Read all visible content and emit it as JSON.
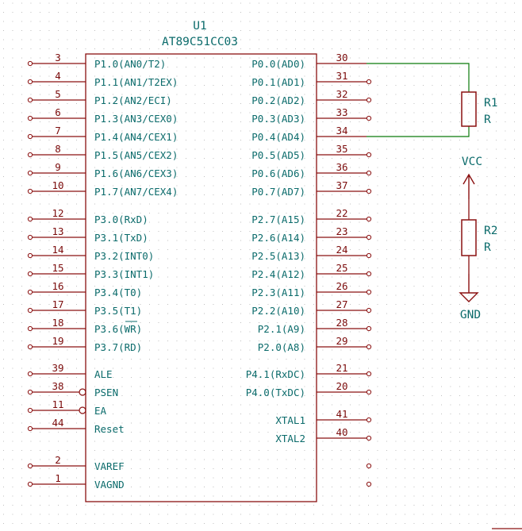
{
  "colors": {
    "background": "#ffffff",
    "grid": "#b8b8b8",
    "component": "#8a1010",
    "pin_name": "#0b6b6b",
    "pin_number": "#7b0b0b",
    "wire": "#0a7a0a",
    "power": "#8a1010"
  },
  "ic": {
    "reference": "U1",
    "value": "AT89C51CC03",
    "left_pins": [
      {
        "num": "3",
        "name": "P1.0(AN0/T2)"
      },
      {
        "num": "4",
        "name": "P1.1(AN1/T2EX)"
      },
      {
        "num": "5",
        "name": "P1.2(AN2/ECI)"
      },
      {
        "num": "6",
        "name": "P1.3(AN3/CEX0)"
      },
      {
        "num": "7",
        "name": "P1.4(AN4/CEX1)"
      },
      {
        "num": "8",
        "name": "P1.5(AN5/CEX2)"
      },
      {
        "num": "9",
        "name": "P1.6(AN6/CEX3)"
      },
      {
        "num": "10",
        "name": "P1.7(AN7/CEX4)"
      },
      {
        "num": "12",
        "name": "P3.0(RxD)"
      },
      {
        "num": "13",
        "name": "P3.1(TxD)"
      },
      {
        "num": "14",
        "name": "P3.2(INT0)"
      },
      {
        "num": "15",
        "name": "P3.3(INT1)"
      },
      {
        "num": "16",
        "name": "P3.4(T0)"
      },
      {
        "num": "17",
        "name": "P3.5(T1)"
      },
      {
        "num": "18",
        "name": "P3.6(WR)"
      },
      {
        "num": "19",
        "name": "P3.7(RD)"
      },
      {
        "num": "39",
        "name": "ALE"
      },
      {
        "num": "38",
        "name": "PSEN",
        "inverted": true
      },
      {
        "num": "11",
        "name": "EA",
        "inverted": true
      },
      {
        "num": "44",
        "name": "Reset"
      },
      {
        "num": "2",
        "name": "VAREF"
      },
      {
        "num": "1",
        "name": "VAGND"
      }
    ],
    "right_pins": [
      {
        "num": "30",
        "name": "P0.0(AD0)"
      },
      {
        "num": "31",
        "name": "P0.1(AD1)"
      },
      {
        "num": "32",
        "name": "P0.2(AD2)"
      },
      {
        "num": "33",
        "name": "P0.3(AD3)"
      },
      {
        "num": "34",
        "name": "P0.4(AD4)"
      },
      {
        "num": "35",
        "name": "P0.5(AD5)"
      },
      {
        "num": "36",
        "name": "P0.6(AD6)"
      },
      {
        "num": "37",
        "name": "P0.7(AD7)"
      },
      {
        "num": "22",
        "name": "P2.7(A15)"
      },
      {
        "num": "23",
        "name": "P2.6(A14)"
      },
      {
        "num": "24",
        "name": "P2.5(A13)"
      },
      {
        "num": "25",
        "name": "P2.4(A12)"
      },
      {
        "num": "26",
        "name": "P2.3(A11)"
      },
      {
        "num": "27",
        "name": "P2.2(A10)"
      },
      {
        "num": "28",
        "name": "P2.1(A9)"
      },
      {
        "num": "29",
        "name": "P2.0(A8)"
      },
      {
        "num": "21",
        "name": "P4.1(RxDC)"
      },
      {
        "num": "20",
        "name": "P4.0(TxDC)"
      },
      {
        "num": "41",
        "name": "XTAL1"
      },
      {
        "num": "40",
        "name": "XTAL2"
      }
    ]
  },
  "resistors": [
    {
      "ref": "R1",
      "value": "R"
    },
    {
      "ref": "R2",
      "value": "R"
    }
  ],
  "power_symbols": {
    "vcc": "VCC",
    "gnd": "GND"
  }
}
